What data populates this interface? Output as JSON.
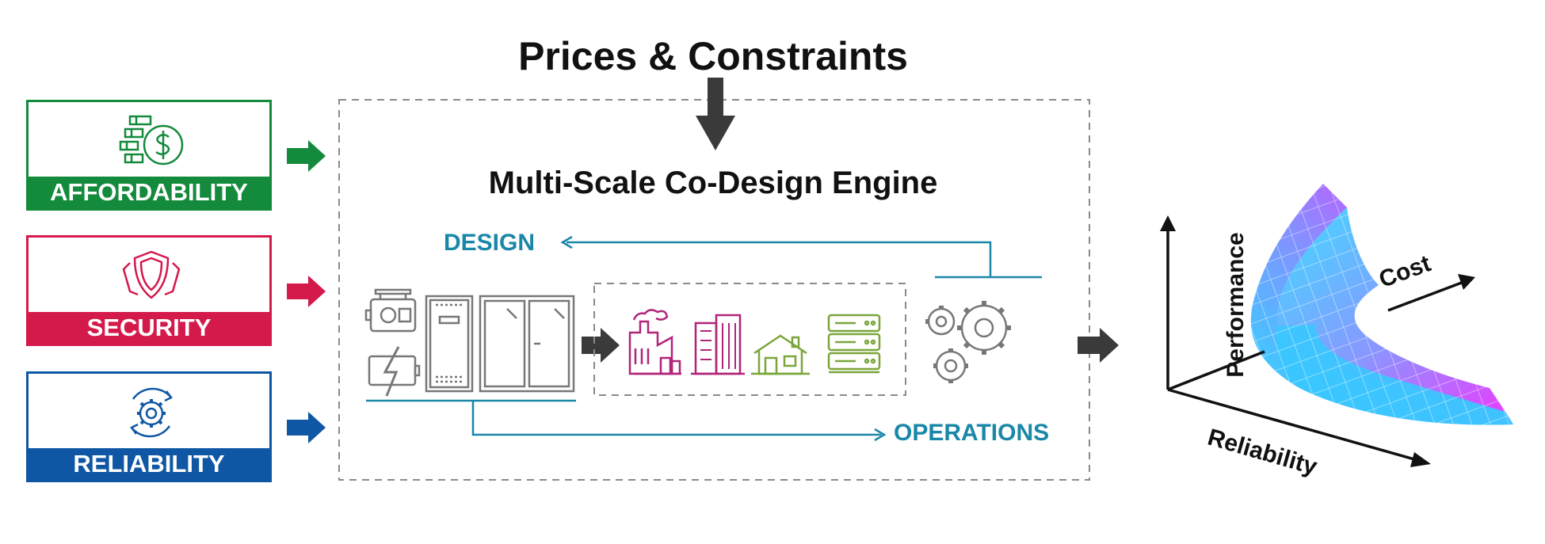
{
  "header": {
    "title": "Prices & Constraints"
  },
  "engine": {
    "title": "Multi-Scale Co-Design Engine",
    "design_label": "DESIGN",
    "operations_label": "OPERATIONS"
  },
  "pillars": [
    {
      "label": "AFFORDABILITY",
      "color": "#138a3c",
      "icon": "money-ledger-icon"
    },
    {
      "label": "SECURITY",
      "color": "#d4194b",
      "icon": "shield-icon"
    },
    {
      "label": "RELIABILITY",
      "color": "#0f57a4",
      "icon": "gear-cycle-icon"
    }
  ],
  "components": {
    "equipment": [
      "motor-icon",
      "battery-bolt-icon",
      "server-cabinet-icon",
      "window-icon"
    ],
    "buildings": [
      "factory-icon",
      "office-building-icon",
      "house-icon",
      "server-rack-icon"
    ],
    "engine": "gears-icon"
  },
  "tradeoff_axes": {
    "vertical": "Performance",
    "depth": "Cost",
    "horizontal": "Reliability"
  },
  "colors": {
    "accent_teal": "#1a87a8",
    "arrow_dark": "#3a3a3a",
    "surface_low": "#22e0ff",
    "surface_high": "#ff22ff",
    "building_magenta": "#b0247a",
    "building_green": "#7aa63a"
  }
}
